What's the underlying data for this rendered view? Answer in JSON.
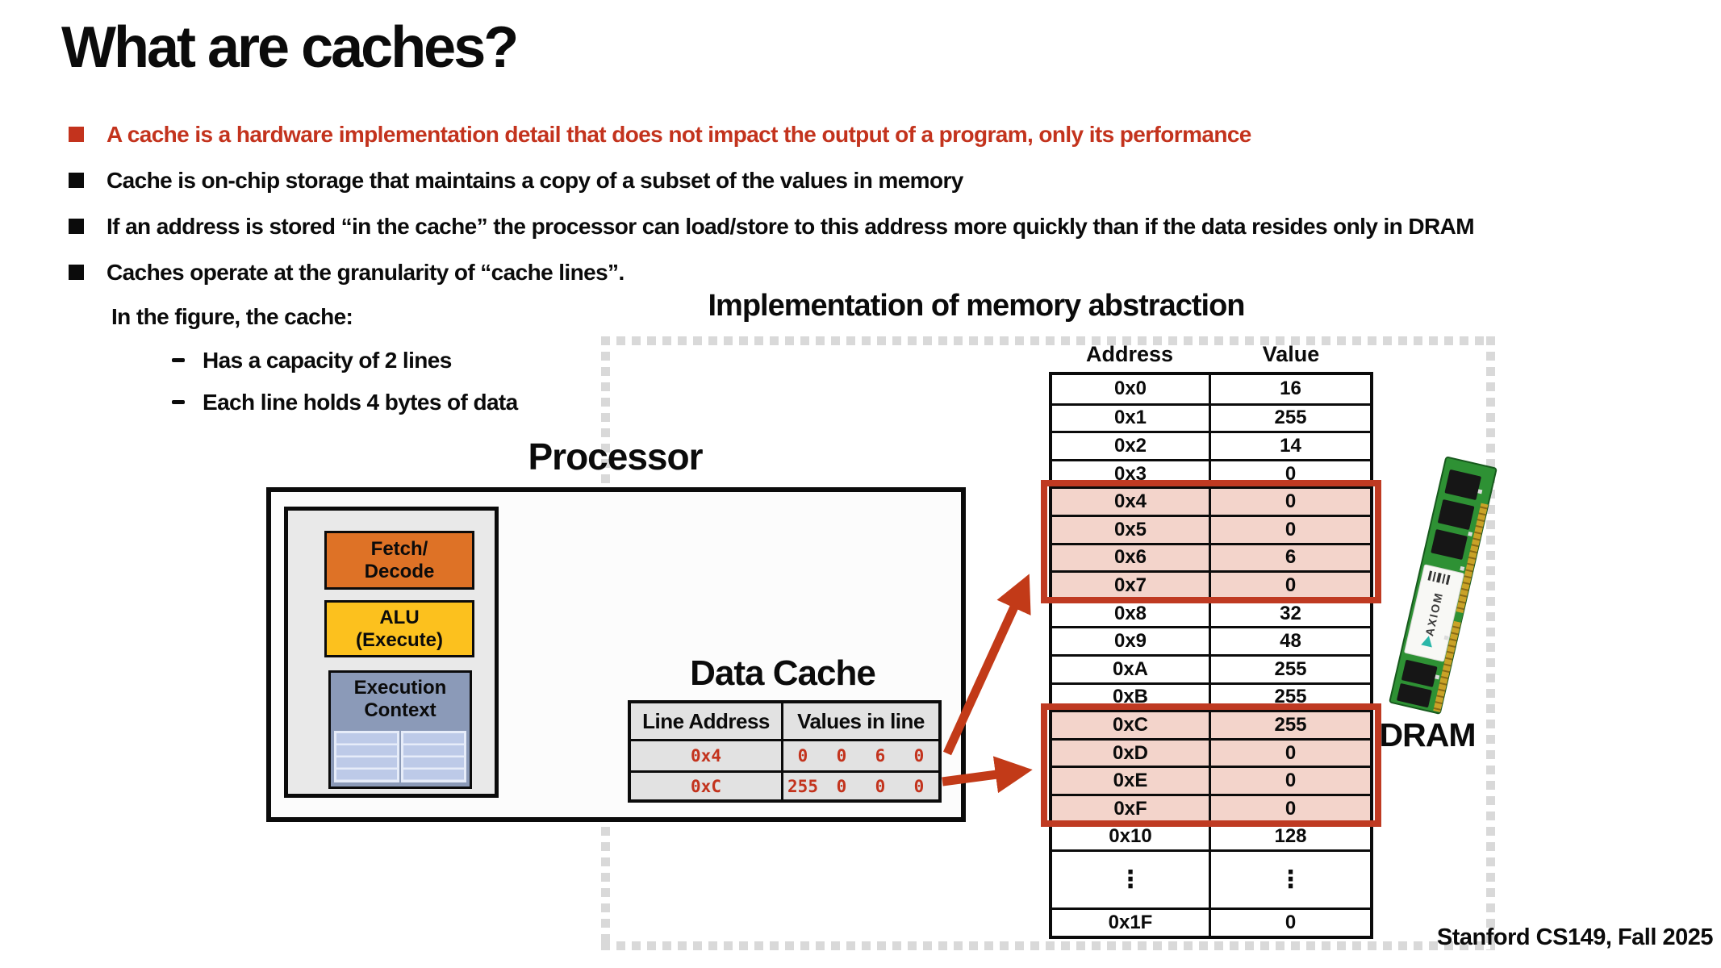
{
  "slide": {
    "title": "What are caches?",
    "footer": "Stanford CS149, Fall 2025"
  },
  "bullets": {
    "b1": "A cache is a hardware implementation detail that does not impact the output of a program, only its performance",
    "b2": "Cache is on-chip storage that maintains a copy of a subset of the values in memory",
    "b3": "If an address is stored “in the cache” the processor can load/store to this address more quickly than if the data resides only in DRAM",
    "b4": "Caches operate at the granularity of “cache lines”.",
    "sub_intro": "In the figure, the cache:",
    "sub1": "Has a capacity of 2 lines",
    "sub2": "Each line holds 4 bytes of data"
  },
  "figure": {
    "title": "Implementation of memory abstraction",
    "processor_label": "Processor",
    "fetch_line1": "Fetch/",
    "fetch_line2": "Decode",
    "alu_line1": "ALU",
    "alu_line2": "(Execute)",
    "ec_line1": "Execution",
    "ec_line2": "Context",
    "data_cache": {
      "title": "Data Cache",
      "headers": [
        "Line Address",
        "Values in line"
      ],
      "rows": [
        {
          "line_address": "0x4",
          "values": [
            "0",
            "0",
            "6",
            "0"
          ]
        },
        {
          "line_address": "0xC",
          "values": [
            "255",
            "0",
            "0",
            "0"
          ]
        }
      ]
    },
    "dram_label": "DRAM",
    "dram_brand": "AXIOM"
  },
  "memory_table": {
    "headers": [
      "Address",
      "Value"
    ],
    "ellipsis_char": "⋮",
    "rows": [
      {
        "address": "0x0",
        "value": "16",
        "highlight": false
      },
      {
        "address": "0x1",
        "value": "255",
        "highlight": false
      },
      {
        "address": "0x2",
        "value": "14",
        "highlight": false
      },
      {
        "address": "0x3",
        "value": "0",
        "highlight": false
      },
      {
        "address": "0x4",
        "value": "0",
        "highlight": true
      },
      {
        "address": "0x5",
        "value": "0",
        "highlight": true
      },
      {
        "address": "0x6",
        "value": "6",
        "highlight": true
      },
      {
        "address": "0x7",
        "value": "0",
        "highlight": true
      },
      {
        "address": "0x8",
        "value": "32",
        "highlight": false
      },
      {
        "address": "0x9",
        "value": "48",
        "highlight": false
      },
      {
        "address": "0xA",
        "value": "255",
        "highlight": false
      },
      {
        "address": "0xB",
        "value": "255",
        "highlight": false
      },
      {
        "address": "0xC",
        "value": "255",
        "highlight": true
      },
      {
        "address": "0xD",
        "value": "0",
        "highlight": true
      },
      {
        "address": "0xE",
        "value": "0",
        "highlight": true
      },
      {
        "address": "0xF",
        "value": "0",
        "highlight": true
      },
      {
        "address": "0x10",
        "value": "128",
        "highlight": false
      },
      {
        "ellipsis": true
      },
      {
        "address": "0x1F",
        "value": "0",
        "highlight": false
      }
    ]
  },
  "colors": {
    "red_accent": "#C3331D",
    "arrow_red": "#C23A18",
    "highlight_border": "#BF3A22",
    "highlight_fill": "#F3D4CB",
    "orange_box": "#DE7226",
    "yellow_box": "#FCC11E",
    "exec_blue": "#8B9AB8",
    "register_fill": "#BDCAE8",
    "register_line": "#E6ECF9",
    "core_gray": "#E9E9E9",
    "cache_gray": "#E2E2E2",
    "dash_gray": "#D9D9D9",
    "pcb_green": "#2E9134",
    "gold": "#C9A227"
  }
}
